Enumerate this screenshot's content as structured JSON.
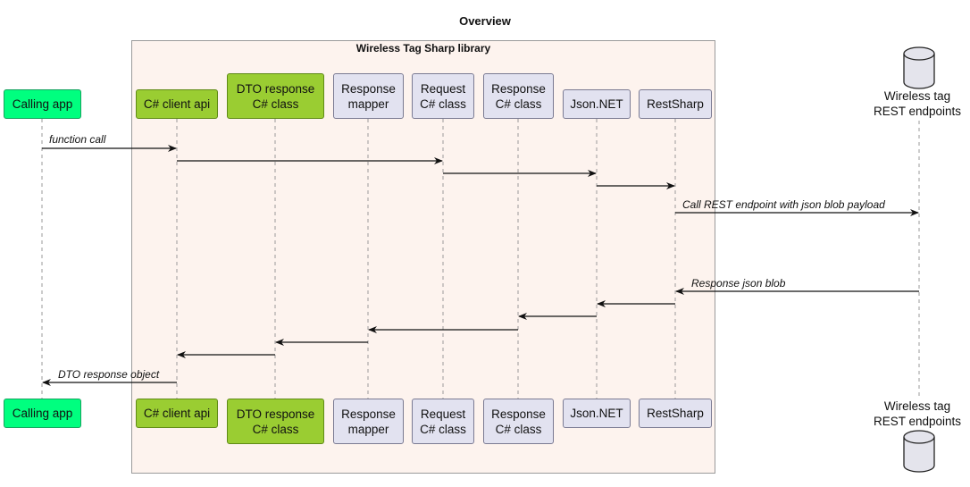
{
  "title": "Overview",
  "group": {
    "title": "Wireless Tag Sharp library"
  },
  "participants": {
    "calling_app": "Calling app",
    "client_api": "C# client api",
    "dto": "DTO response\nC# class",
    "mapper": "Response\nmapper",
    "request": "Request\nC# class",
    "response": "Response\nC# class",
    "json": "Json.NET",
    "restsharp": "RestSharp",
    "endpoints": "Wireless tag\nREST endpoints"
  },
  "messages": {
    "function_call": "function call",
    "call_rest": "Call REST endpoint with json blob payload",
    "response_json": "Response json blob",
    "dto_object": "DTO response object"
  },
  "colors": {
    "green": "#00ff7f",
    "olive": "#9acd32",
    "purple": "#e2e2f0",
    "group_bg": "#fdf3ee"
  }
}
